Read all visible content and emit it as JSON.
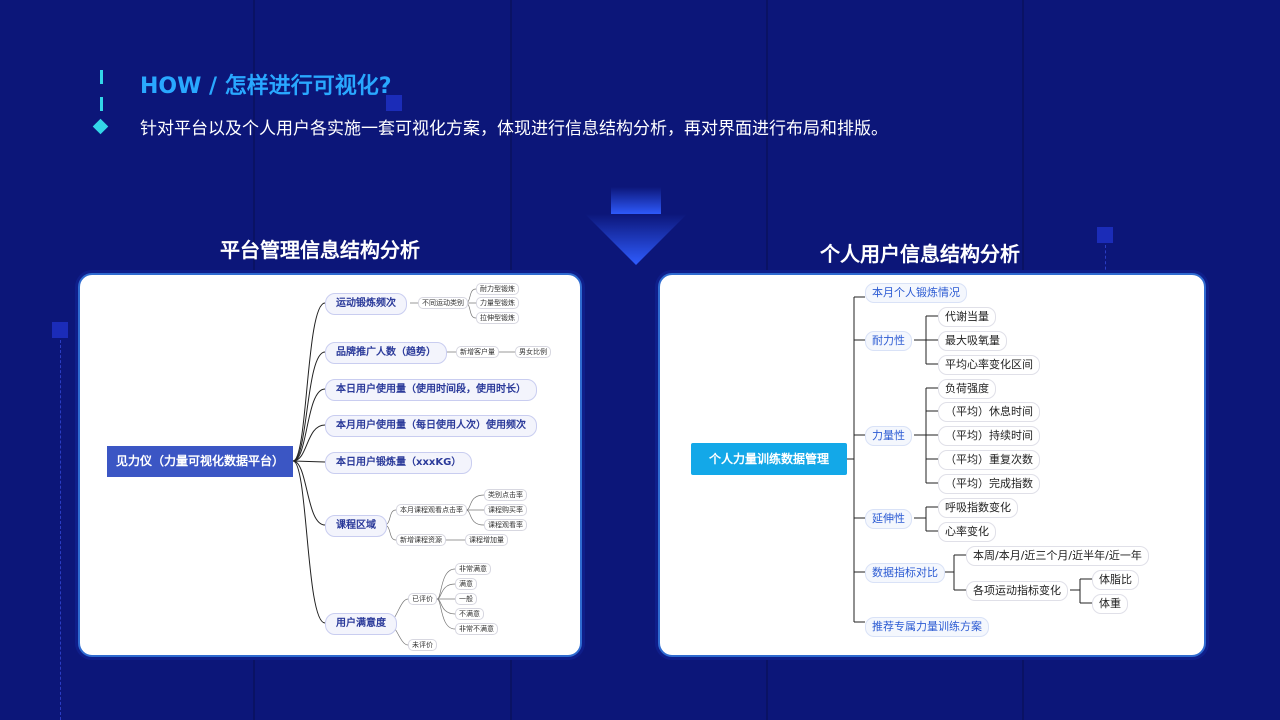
{
  "header": {
    "title": "HOW / 怎样进行可视化?",
    "subtitle": "针对平台以及个人用户各实施一套可视化方案，体现进行信息结构分析，再对界面进行布局和排版。"
  },
  "left_section": {
    "title": "平台管理信息结构分析",
    "root": "见力仪（力量可视化数据平台）",
    "branches": [
      {
        "label": "运动锻炼频次"
      },
      {
        "label": "品牌推广人数（趋势）"
      },
      {
        "label": "本日用户使用量（使用时间段，使用时长）"
      },
      {
        "label": "本月用户使用量（每日使用人次）使用频次"
      },
      {
        "label": "本日用户锻炼量（xxxKG）"
      },
      {
        "label": "课程区域"
      },
      {
        "label": "用户满意度"
      }
    ],
    "details": {
      "exercise_type": "不同运动类别",
      "exercise_children": [
        "耐力型锻炼",
        "力量型锻炼",
        "拉伸型锻炼"
      ],
      "new_users": "新增客户量",
      "gender_ratio": "男女比例",
      "course_click": "本月课程观看点击率",
      "course_click_children": [
        "类别点击率",
        "课程购买率",
        "课程观看率"
      ],
      "new_course": "新增课程资源",
      "course_added": "课程增加量",
      "rated": "已评价",
      "rated_children": [
        "非常满意",
        "满意",
        "一般",
        "不满意",
        "非常不满意"
      ],
      "unrated": "未评价"
    }
  },
  "right_section": {
    "title": "个人用户信息结构分析",
    "root": "个人力量训练数据管理",
    "branches": [
      {
        "label": "本月个人锻炼情况",
        "children": []
      },
      {
        "label": "耐力性",
        "children": [
          "代谢当量",
          "最大吸氧量",
          "平均心率变化区间"
        ]
      },
      {
        "label": "力量性",
        "children": [
          "负荷强度",
          "（平均）休息时间",
          "（平均）持续时间",
          "（平均）重复次数",
          "（平均）完成指数"
        ]
      },
      {
        "label": "延伸性",
        "children": [
          "呼吸指数变化",
          "心率变化"
        ]
      },
      {
        "label": "数据指标对比",
        "children": [
          "本周/本月/近三个月/近半年/近一年",
          "各项运动指标变化"
        ]
      },
      {
        "label": "推荐专属力量训练方案",
        "children": []
      }
    ],
    "sub_children": [
      "体脂比",
      "体重"
    ]
  },
  "colors": {
    "background": "#0c1679",
    "accent_cyan": "#33d6e8",
    "title_blue": "#29a8ff",
    "root_left": "#3b56c4",
    "root_right": "#13a8e8"
  }
}
